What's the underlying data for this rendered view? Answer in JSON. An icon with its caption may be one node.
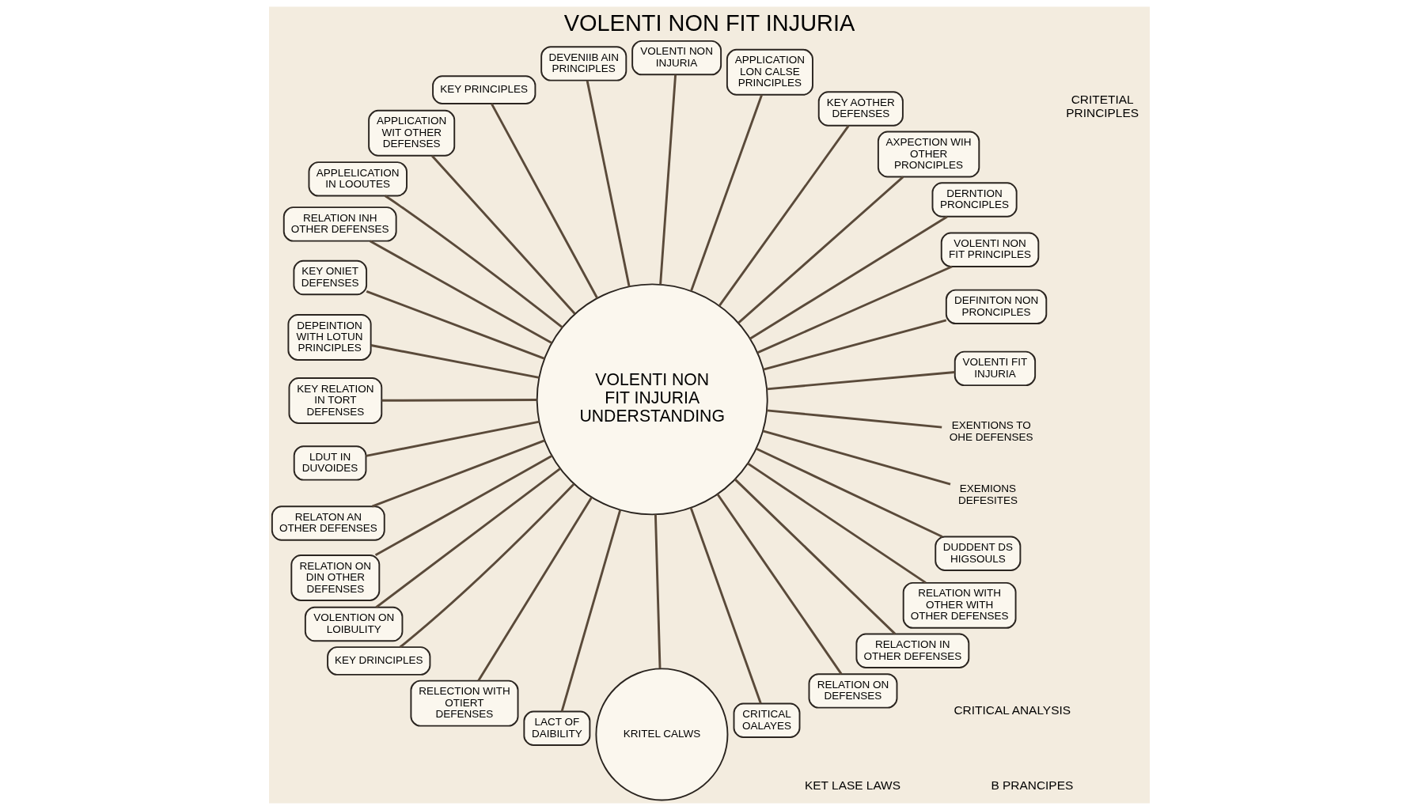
{
  "diagram": {
    "title": "VOLENTI NON FIT INJURIA",
    "nodes": [
      {
        "text": [
          "VOLENTI NON FIT INJURIA",
          "UNDERSTANDING"
        ]
      },
      {
        "text": [
          "VOLENTI FIT INJURIA"
        ]
      },
      {
        "text": [
          "DEFINITON NON PRONCIPLES"
        ]
      },
      {
        "text": [
          "VOLENTI NON FIT PRINCIPLES"
        ]
      },
      {
        "text": [
          "DERNTION PRONCIPLES"
        ]
      },
      {
        "text": [
          "AXPECTION WIH OTHER PRONCIPLES"
        ]
      },
      {
        "text": [
          "KEY AOTHER DEFENSES"
        ]
      },
      {
        "text": [
          "APPLICATION LON CALSE PRINCIPLES"
        ]
      },
      {
        "text": [
          "VOLENTI NON INJURIA"
        ]
      },
      {
        "text": [
          "DEVENIIB AIN PRINCIPLES"
        ]
      },
      {
        "text": [
          "KEY PRINCIPLES"
        ]
      },
      {
        "text": [
          "APPLICATION WIT OTHER DEFENSES"
        ]
      },
      {
        "text": [
          "APPLELICATION IN LOOUTES"
        ]
      },
      {
        "text": [
          "RELATION INH OTHER DEFENSES"
        ]
      },
      {
        "text": [
          "KEY ONIET DEFENSES"
        ]
      },
      {
        "text": [
          "DEPEINTION WITH LOTUN PRINCIPLES"
        ]
      },
      {
        "text": [
          "KEY RELATION IN TORT DEFENSES"
        ]
      },
      {
        "text": [
          "LDUT IN DUVOIDES"
        ]
      },
      {
        "text": [
          "RELATON AN OTHER DEFENSES"
        ]
      },
      {
        "text": [
          "RELATION ON DIN OTHER DEFENSES"
        ]
      },
      {
        "text": [
          "VOLENTION ON LOIBULITY"
        ]
      },
      {
        "text": [
          "KEY DRINCIPLES"
        ]
      },
      {
        "text": [
          "RELECTION WITH OTIERT DEFENSES"
        ]
      },
      {
        "text": [
          "LACT OF DAIBILITY"
        ]
      },
      {
        "text": [
          "KRITEL CALWS"
        ]
      },
      {
        "text": [
          "CRITICAL OALAYES"
        ]
      },
      {
        "text": [
          "RELATION ON DEFENSES"
        ]
      },
      {
        "text": [
          "RELACTION IN OTHER DEFENSES"
        ]
      },
      {
        "text": [
          "RELATION WITH OTHER WITH OTHER DEFENSES"
        ]
      },
      {
        "text": [
          "DUDDENT DS HIGSOULS"
        ]
      },
      {
        "text": [
          "EXEMIONS DEFESITES"
        ]
      },
      {
        "text": [
          "EXENTIONS TO OHE DEFENSES"
        ]
      }
    ],
    "edges": [
      {
        "from": 0,
        "to": 1,
        "arrow": "none"
      },
      {
        "from": 0,
        "to": 2,
        "arrow": "none"
      },
      {
        "from": 0,
        "to": 3,
        "arrow": "none"
      },
      {
        "from": 0,
        "to": 4,
        "arrow": "none"
      },
      {
        "from": 0,
        "to": 5,
        "arrow": "none"
      },
      {
        "from": 0,
        "to": 6,
        "arrow": "none"
      },
      {
        "from": 0,
        "to": 7,
        "arrow": "none"
      },
      {
        "from": 0,
        "to": 8,
        "arrow": "none"
      },
      {
        "from": 0,
        "to": 9,
        "arrow": "none"
      },
      {
        "from": 0,
        "to": 10,
        "arrow": "none"
      },
      {
        "from": 0,
        "to": 11,
        "arrow": "none"
      },
      {
        "from": 0,
        "to": 12,
        "arrow": "none"
      },
      {
        "from": 0,
        "to": 13,
        "arrow": "none"
      },
      {
        "from": 0,
        "to": 14,
        "arrow": "none"
      },
      {
        "from": 0,
        "to": 15,
        "arrow": "none"
      },
      {
        "from": 0,
        "to": 16,
        "arrow": "none"
      },
      {
        "from": 0,
        "to": 17,
        "arrow": "none"
      },
      {
        "from": 0,
        "to": 18,
        "arrow": "none"
      },
      {
        "from": 0,
        "to": 19,
        "arrow": "none"
      },
      {
        "from": 0,
        "to": 20,
        "arrow": "none"
      },
      {
        "from": 0,
        "to": 21,
        "arrow": "none"
      },
      {
        "from": 0,
        "to": 22,
        "arrow": "none"
      },
      {
        "from": 0,
        "to": 23,
        "arrow": "none"
      },
      {
        "from": 0,
        "to": 24,
        "arrow": "none"
      },
      {
        "from": 0,
        "to": 25,
        "arrow": "none"
      },
      {
        "from": 0,
        "to": 26,
        "arrow": "none"
      },
      {
        "from": 0,
        "to": 27,
        "arrow": "none"
      },
      {
        "from": 0,
        "to": 28,
        "arrow": "none"
      },
      {
        "from": 0,
        "to": 29,
        "arrow": "none"
      },
      {
        "from": 0,
        "to": 30,
        "arrow": "none"
      },
      {
        "from": 0,
        "to": 31,
        "arrow": "none"
      }
    ],
    "labels": [
      "CRITETIAL PRINCIPLES",
      "B PRANCIPES",
      "CRITICAL ANALYSIS",
      "KET LASE LAWS"
    ]
  }
}
